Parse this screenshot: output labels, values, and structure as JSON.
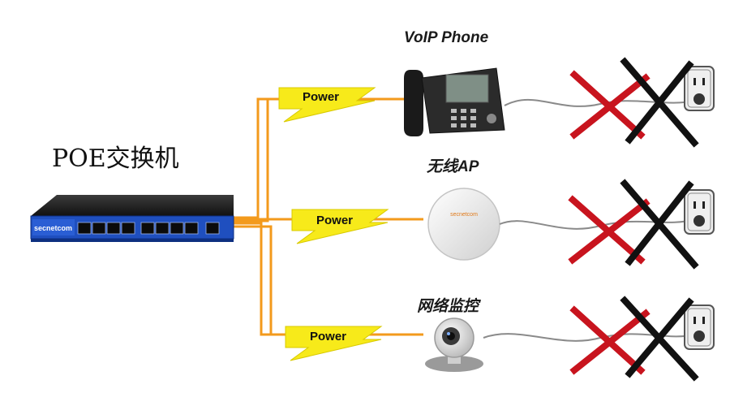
{
  "title": "POE交换机",
  "switch": {
    "brand": "secnetcom"
  },
  "branches": [
    {
      "device": "VoIP Phone",
      "power_label": "Power"
    },
    {
      "device": "无线AP",
      "power_label": "Power"
    },
    {
      "device": "网络监控",
      "power_label": "Power"
    }
  ],
  "device_brand": "secnetcom",
  "colors": {
    "cable_orange": "#f39a1c",
    "power_bolt": "#f7ea1a",
    "cross_red": "#c8141e",
    "cross_black": "#111111",
    "switch_blue": "#1f4fbf"
  },
  "icons": [
    "voip-phone-icon",
    "wireless-ap-icon",
    "camera-icon",
    "power-outlet-icon",
    "no-power-adapter-icon"
  ]
}
